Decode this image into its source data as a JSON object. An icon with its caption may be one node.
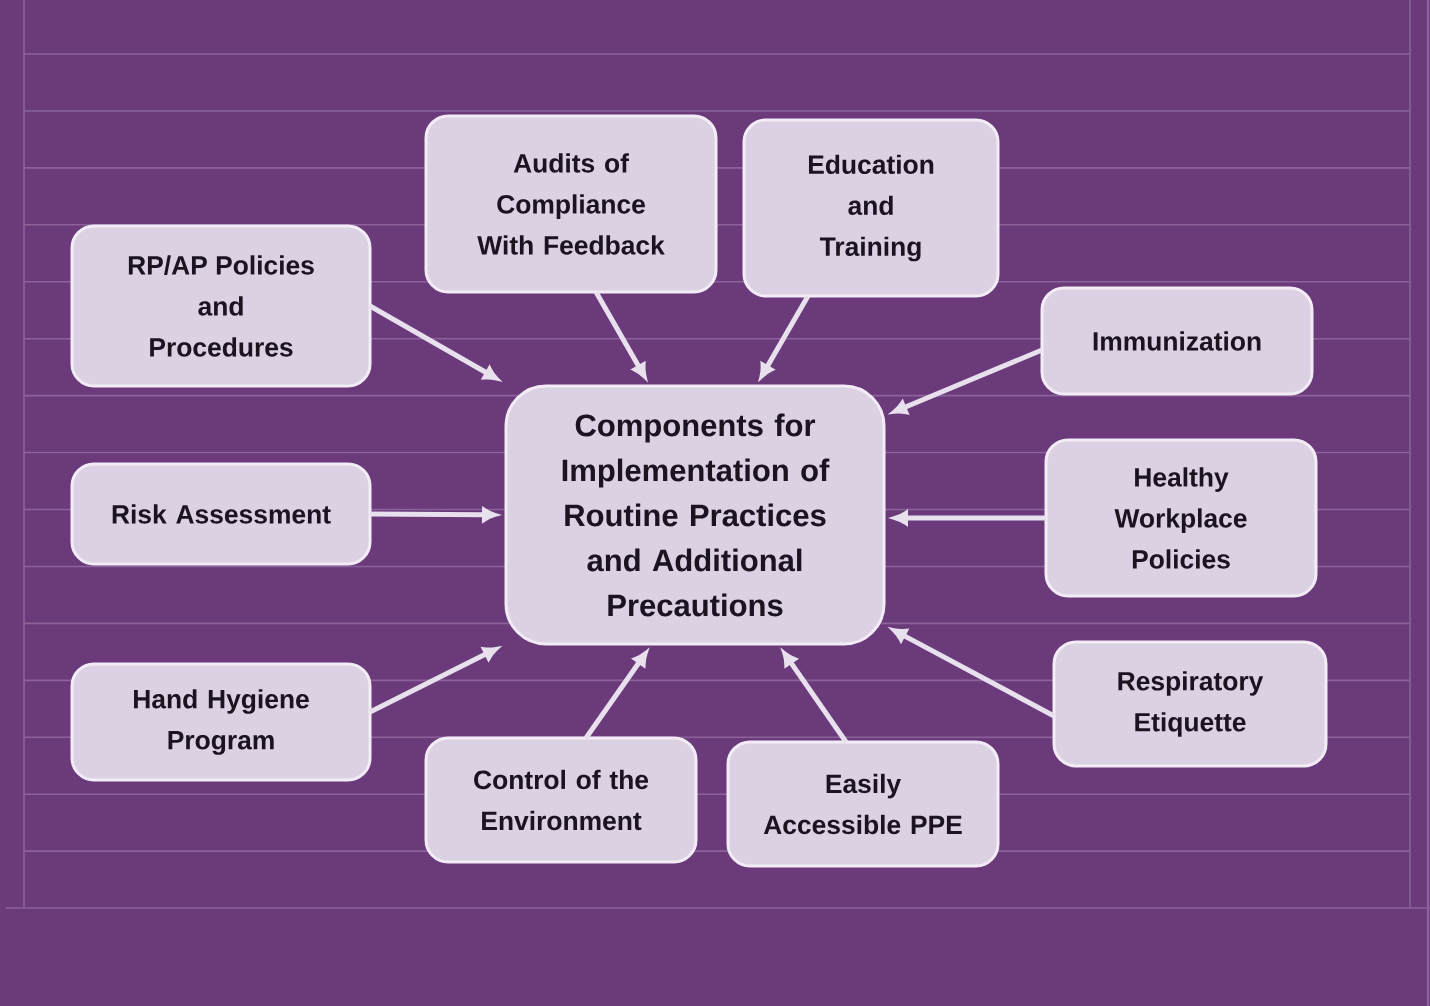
{
  "diagram": {
    "nodes": [
      {
        "text": [
          "Audits of Compliance With Feedback"
        ]
      },
      {
        "text": [
          "Education and Training"
        ]
      },
      {
        "text": [
          "RP/AP Policies and Procedures"
        ]
      },
      {
        "text": [
          "Immunization"
        ]
      },
      {
        "text": [
          "Components for Implementation of Routine Practices and Additional Precautions"
        ]
      },
      {
        "text": [
          "Risk Assessment"
        ]
      },
      {
        "text": [
          "Healthy Workplace Policies"
        ]
      },
      {
        "text": [
          "Respiratory Etiquette"
        ]
      },
      {
        "text": [
          "Hand Hygiene Program"
        ]
      },
      {
        "text": [
          "Control of the Environment"
        ]
      },
      {
        "text": [
          "Easily Accessible PPE"
        ]
      }
    ],
    "edges": [
      {
        "from": 0,
        "to": 4,
        "arrow": "to"
      },
      {
        "from": 1,
        "to": 4,
        "arrow": "to"
      },
      {
        "from": 2,
        "to": 4,
        "arrow": "to"
      },
      {
        "from": 3,
        "to": 4,
        "arrow": "to"
      },
      {
        "from": 5,
        "to": 4,
        "arrow": "to"
      },
      {
        "from": 6,
        "to": 4,
        "arrow": "to"
      },
      {
        "from": 7,
        "to": 4,
        "arrow": "to"
      },
      {
        "from": 8,
        "to": 4,
        "arrow": "to"
      },
      {
        "from": 9,
        "to": 4,
        "arrow": "to"
      },
      {
        "from": 10,
        "to": 4,
        "arrow": "to"
      }
    ]
  }
}
